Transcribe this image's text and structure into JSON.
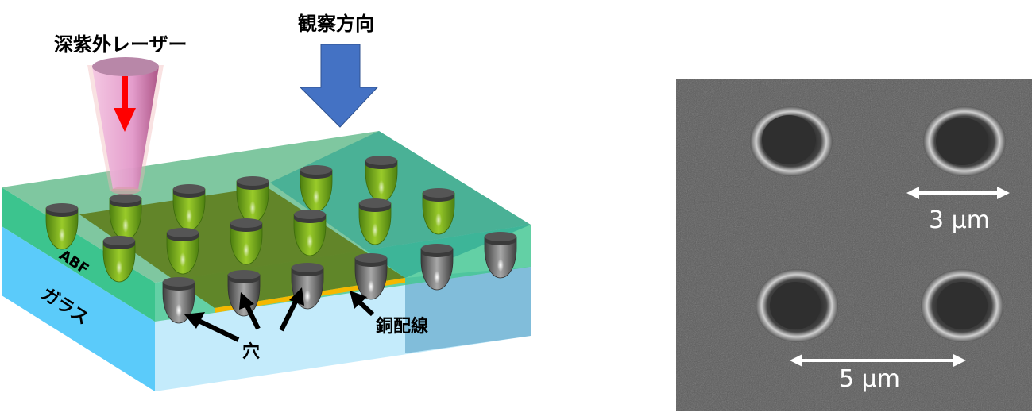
{
  "figure": {
    "left_panel": {
      "labels": {
        "laser": "深紫外レーザー",
        "view_direction": "観察方向",
        "abf": "ABF",
        "glass": "ガラス",
        "copper_wiring": "銅配線",
        "hole": "穴"
      },
      "colors": {
        "view_arrow": "#4472C4",
        "laser_arrow": "#FF0000",
        "laser_beam": "#E8A6D0",
        "abf_top": "#7FC7A0",
        "abf_front": "#3CC48E",
        "glass_front": "#C4EBFB",
        "glass_left": "#5BCBFA",
        "glass_right": "#4A98BF",
        "copper_pad": "#5F7F1E",
        "copper_edge": "#F5B800",
        "hole_cap": "#4A4A4A"
      }
    },
    "right_panel": {
      "scale_bars": [
        {
          "label": "3 μm"
        },
        {
          "label": "5 μm"
        }
      ]
    }
  }
}
